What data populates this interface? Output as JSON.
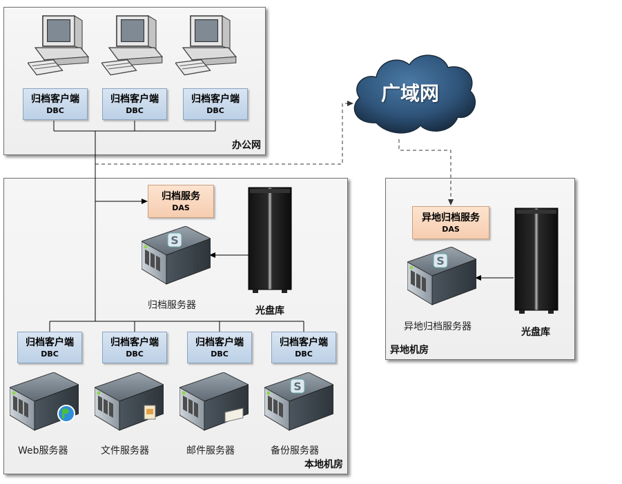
{
  "office_zone": {
    "label": "办公网"
  },
  "local_zone": {
    "label": "本地机房"
  },
  "remote_zone": {
    "label": "异地机房"
  },
  "wan": {
    "label": "广域网"
  },
  "clients_office": [
    {
      "title": "归档客户端",
      "sub": "DBC"
    },
    {
      "title": "归档客户端",
      "sub": "DBC"
    },
    {
      "title": "归档客户端",
      "sub": "DBC"
    }
  ],
  "clients_local": [
    {
      "title": "归档客户端",
      "sub": "DBC"
    },
    {
      "title": "归档客户端",
      "sub": "DBC"
    },
    {
      "title": "归档客户端",
      "sub": "DBC"
    },
    {
      "title": "归档客户端",
      "sub": "DBC"
    }
  ],
  "archive_service": {
    "title": "归档服务",
    "sub": "DAS"
  },
  "remote_archive_service": {
    "title": "异地归档服务",
    "sub": "DAS"
  },
  "archive_server": {
    "label": "归档服务器"
  },
  "remote_archive_server": {
    "label": "异地归档服务器"
  },
  "optical_library": {
    "label": "光盘库"
  },
  "remote_optical_library": {
    "label": "光盘库"
  },
  "servers_local": [
    {
      "label": "Web服务器",
      "icon": "globe-icon"
    },
    {
      "label": "文件服务器",
      "icon": "file-icon"
    },
    {
      "label": "邮件服务器",
      "icon": "mail-icon"
    },
    {
      "label": "备份服务器",
      "icon": "s-logo-icon"
    }
  ],
  "colors": {
    "client_fill": "#c9d9ec",
    "das_fill": "#f9d6bd",
    "cloud": "#2f4f6f"
  }
}
